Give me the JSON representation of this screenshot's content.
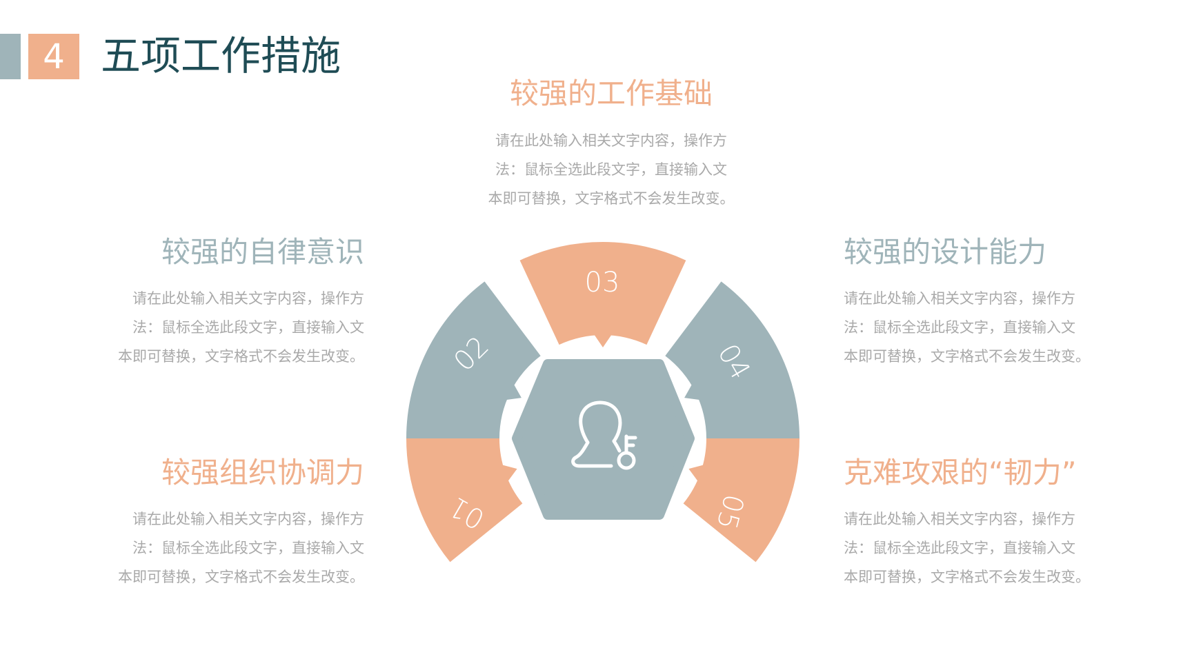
{
  "header": {
    "section_number": "4",
    "title": "五项工作措施"
  },
  "colors": {
    "orange": "#f0b08c",
    "gray": "#9fb4b9",
    "title_dark": "#1f4c55",
    "body_text": "#a9a9a9"
  },
  "diagram": {
    "center_icon": "user-key-icon",
    "segments": [
      {
        "number": "01",
        "color": "orange"
      },
      {
        "number": "02",
        "color": "gray"
      },
      {
        "number": "03",
        "color": "orange"
      },
      {
        "number": "04",
        "color": "gray"
      },
      {
        "number": "05",
        "color": "orange"
      }
    ]
  },
  "blocks": {
    "top": {
      "title": "较强的工作基础",
      "lines": [
        "请在此处输入相关文字内容，操作方",
        "法：鼠标全选此段文字，直接输入文",
        "本即可替换，文字格式不会发生改变。"
      ]
    },
    "left_upper": {
      "title": "较强的自律意识",
      "lines": [
        "请在此处输入相关文字内容，操作方",
        "法：鼠标全选此段文字，直接输入文",
        "本即可替换，文字格式不会发生改变。"
      ]
    },
    "left_lower": {
      "title": "较强组织协调力",
      "lines": [
        "请在此处输入相关文字内容，操作方",
        "法：鼠标全选此段文字，直接输入文",
        "本即可替换，文字格式不会发生改变。"
      ]
    },
    "right_upper": {
      "title": "较强的设计能力",
      "lines": [
        "请在此处输入相关文字内容，操作方",
        "法：鼠标全选此段文字，直接输入文",
        "本即可替换，文字格式不会发生改变。"
      ]
    },
    "right_lower": {
      "title": "克难攻艰的“韧力”",
      "lines": [
        "请在此处输入相关文字内容，操作方",
        "法：鼠标全选此段文字，直接输入文",
        "本即可替换，文字格式不会发生改变。"
      ]
    }
  }
}
